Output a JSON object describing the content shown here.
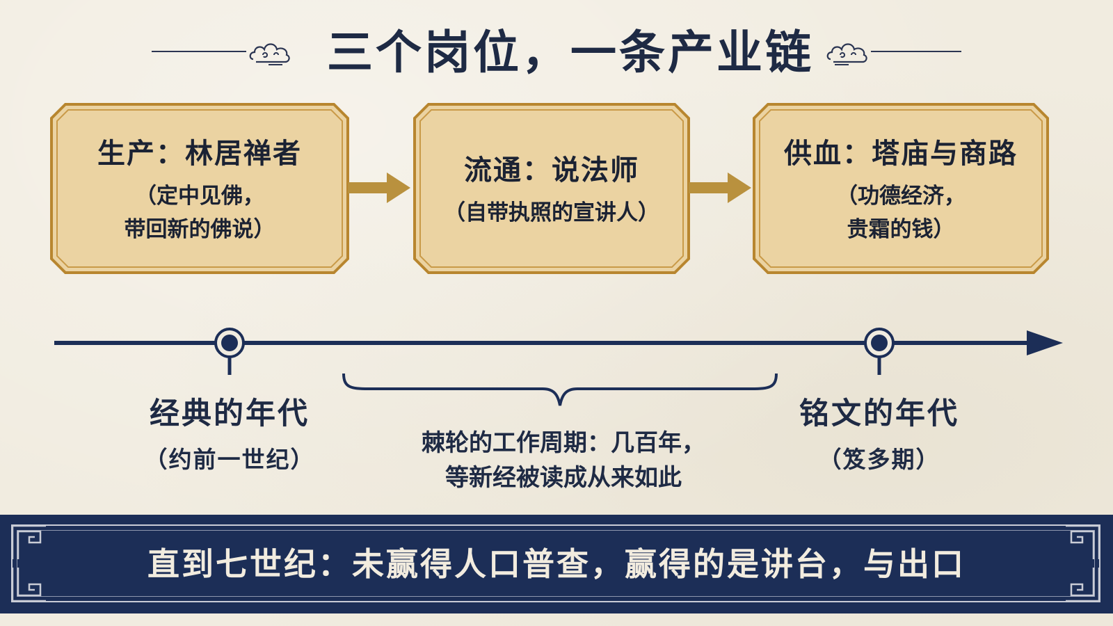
{
  "title": "三个岗位，一条产业链",
  "stages": [
    {
      "title": "生产：林居禅者",
      "sub_lines": [
        "（定中见佛，",
        "带回新的佛说）"
      ]
    },
    {
      "title": "流通：说法师",
      "sub_lines": [
        "（自带执照的宣讲人）"
      ]
    },
    {
      "title": "供血：塔庙与商路",
      "sub_lines": [
        "（功德经济，",
        "贵霜的钱）"
      ]
    }
  ],
  "timeline": {
    "eras": [
      {
        "title": "经典的年代",
        "sub": "（约前一世纪）"
      },
      {
        "title": "铭文的年代",
        "sub": "（笈多期）"
      }
    ],
    "cycle_lines": [
      "棘轮的工作周期：几百年，",
      "等新经被读成从来如此"
    ]
  },
  "banner": {
    "text": "直到七世纪：未赢得人口普查，赢得的是讲台，与出口"
  },
  "colors": {
    "background": "#f1ece0",
    "navy": "#1c2e57",
    "box_fill": "#ebd3a2",
    "box_border": "#b8862f",
    "arrow": "#b9913e"
  },
  "icons": [
    "cloud-icon",
    "arrow-right-icon",
    "timeline-node-icon",
    "brace-icon",
    "fret-corner-icon"
  ]
}
